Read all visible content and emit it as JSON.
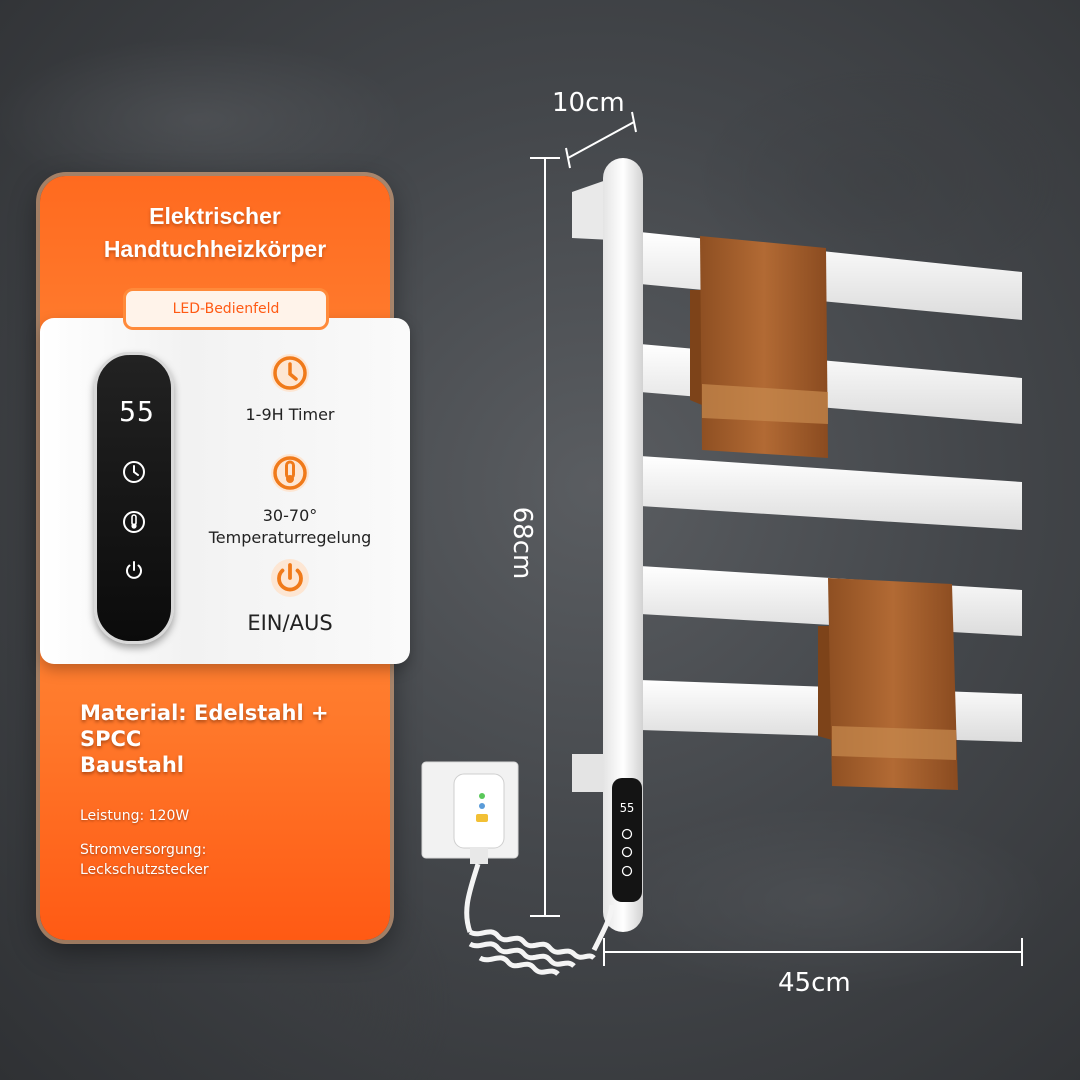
{
  "card": {
    "title_line1": "Elektrischer",
    "title_line2": "Handtuchheizkörper",
    "panel_label": "LED-Bedienfeld",
    "display_value": "55",
    "features": [
      {
        "icon": "clock-icon",
        "label_line1": "1-9H Timer",
        "label_line2": ""
      },
      {
        "icon": "thermometer-icon",
        "label_line1": "30-70°",
        "label_line2": "Temperaturregelung"
      },
      {
        "icon": "power-icon",
        "label_line1": "EIN/AUS",
        "label_line2": ""
      }
    ],
    "material_line1": "Material: Edelstahl +",
    "material_line2": "SPCC",
    "material_line3": "Baustahl",
    "power": "Leistung: 120W",
    "supply_line1": "Stromversorgung:",
    "supply_line2": "Leckschutzstecker"
  },
  "dimensions": {
    "depth": "10cm",
    "height": "68cm",
    "width": "45cm"
  },
  "product_display_value": "55",
  "colors": {
    "accent": "#ff6a1f",
    "icon": "#f07a1a",
    "towel": "#a8612e"
  }
}
